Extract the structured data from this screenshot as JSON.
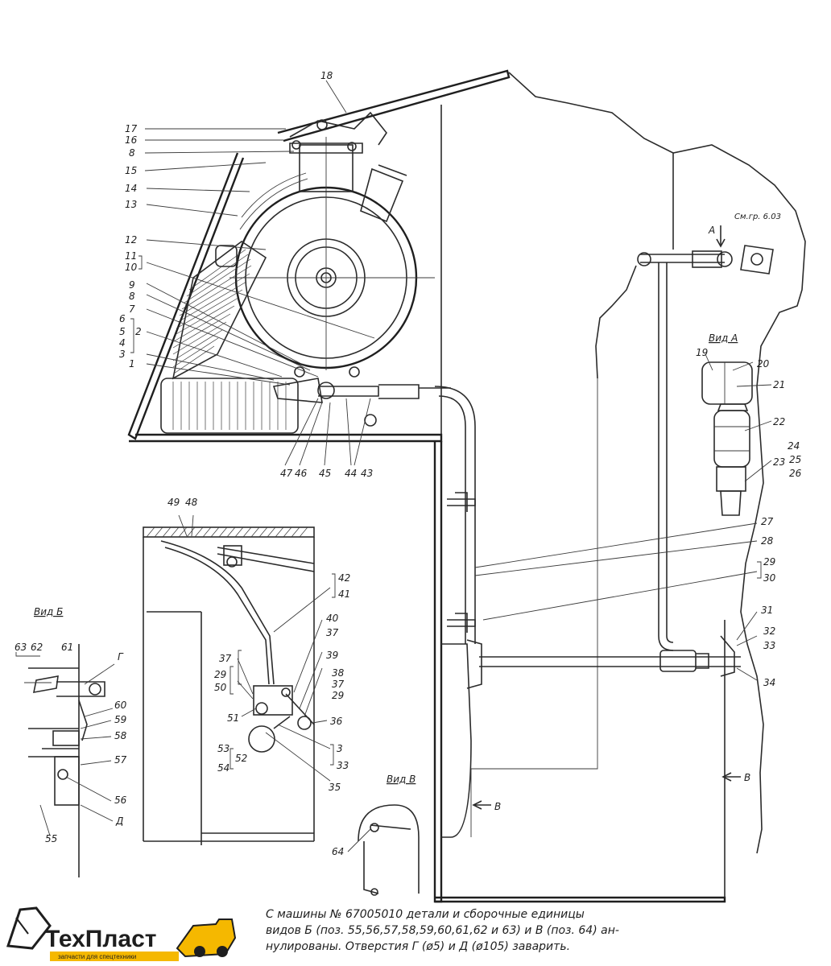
{
  "ref_note": "См.гр. 6.03",
  "note_line1": "С машины № 67005010 детали и сборочные единицы",
  "note_line2": "видов Б (поз. 55,56,57,58,59,60,61,62 и 63) и В (поз. 64) ан-",
  "note_line3": "нулированы. Отверстия Г (ø5) и Д (ø105) заварить.",
  "logo_text": "ТехПласт",
  "logo_sub": "запчасти для спецтехники",
  "views": {
    "A_title": "Вид А",
    "B_title": "Вид Б",
    "V_title": "Вид В",
    "A_arrow": "А",
    "V_arrow1": "В",
    "V_arrow2": "В",
    "G_mark": "Г",
    "D_mark": "Д"
  },
  "labels": {
    "l18": "18",
    "l17": "17",
    "l16": "16",
    "l8a": "8",
    "l15": "15",
    "l14": "14",
    "l13": "13",
    "l12": "12",
    "l11": "11",
    "l10": "10",
    "l9": "9",
    "l8b": "8",
    "l7": "7",
    "l6": "6",
    "l5": "5",
    "l2": "2",
    "l4": "4",
    "l3a": "3",
    "l1": "1",
    "l47": "47",
    "l46": "46",
    "l45": "45",
    "l44": "44",
    "l43": "43",
    "l19": "19",
    "l20": "20",
    "l21": "21",
    "l22": "22",
    "l23": "23",
    "l24": "24",
    "l25": "25",
    "l26": "26",
    "l27": "27",
    "l28": "28",
    "l29a": "29",
    "l30": "30",
    "l31": "31",
    "l32": "32",
    "l33a": "33",
    "l34": "34",
    "l49": "49",
    "l48": "48",
    "l42": "42",
    "l41": "41",
    "l40": "40",
    "l37a": "37",
    "l39": "39",
    "l38": "38",
    "l37b": "37",
    "l29b": "29",
    "l37c": "37",
    "l29c": "29",
    "l50": "50",
    "l51": "51",
    "l36": "36",
    "l53": "53",
    "l52": "52",
    "l54": "54",
    "l3b": "3",
    "l33b": "33",
    "l35": "35",
    "l63": "63",
    "l62": "62",
    "l61": "61",
    "l60": "60",
    "l59": "59",
    "l58": "58",
    "l57": "57",
    "l56": "56",
    "l55": "55",
    "l64": "64"
  }
}
